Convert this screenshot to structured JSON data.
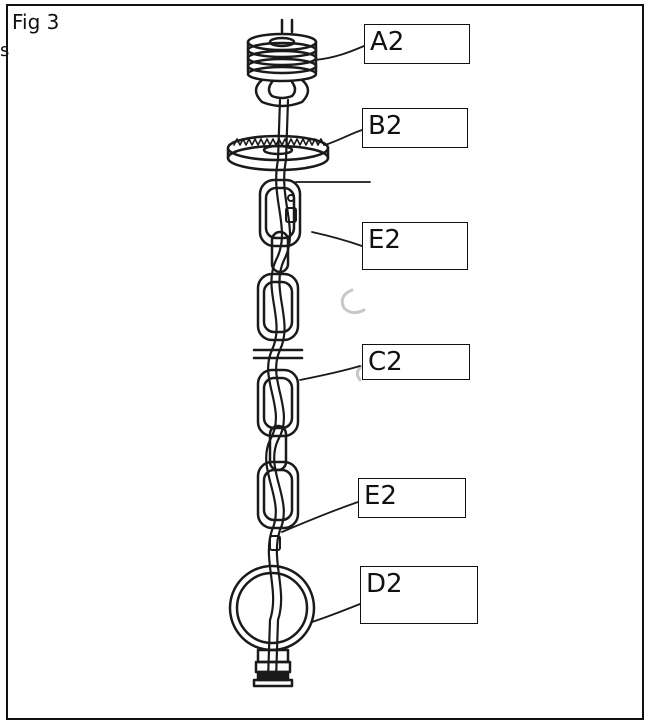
{
  "figure": {
    "title": "Fig 3",
    "edge_mark": "s"
  },
  "labels": [
    {
      "id": "A2",
      "text": "A2",
      "part": "canopy-nut"
    },
    {
      "id": "B2",
      "text": "B2",
      "part": "ring-collar"
    },
    {
      "id": "E2_top",
      "text": "E2",
      "part": "top-chain-link-hook"
    },
    {
      "id": "C2",
      "text": "C2",
      "part": "chain-with-wire"
    },
    {
      "id": "E2_bottom",
      "text": "E2",
      "part": "bottom-chain-link-hook"
    },
    {
      "id": "D2",
      "text": "D2",
      "part": "fixture-loop"
    }
  ]
}
